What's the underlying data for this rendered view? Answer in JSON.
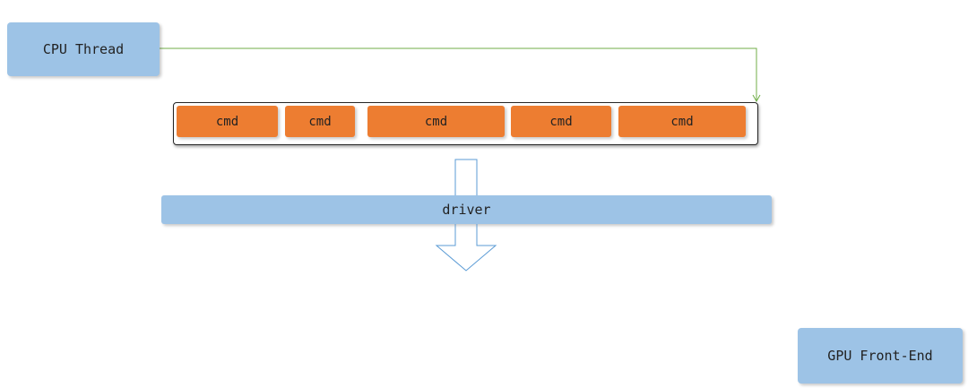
{
  "cpu_thread": {
    "label": "CPU Thread"
  },
  "command_buffer": {
    "commands": [
      {
        "label": "cmd"
      },
      {
        "label": "cmd"
      },
      {
        "label": "cmd"
      },
      {
        "label": "cmd"
      },
      {
        "label": "cmd"
      }
    ]
  },
  "driver": {
    "label": "driver"
  },
  "gpu_front_end": {
    "label": "GPU Front-End"
  },
  "colors": {
    "box_blue": "#9dc3e6",
    "cmd_orange": "#ed7d31",
    "connector_green": "#70ad47",
    "arrow_outline": "#5b9bd5"
  }
}
